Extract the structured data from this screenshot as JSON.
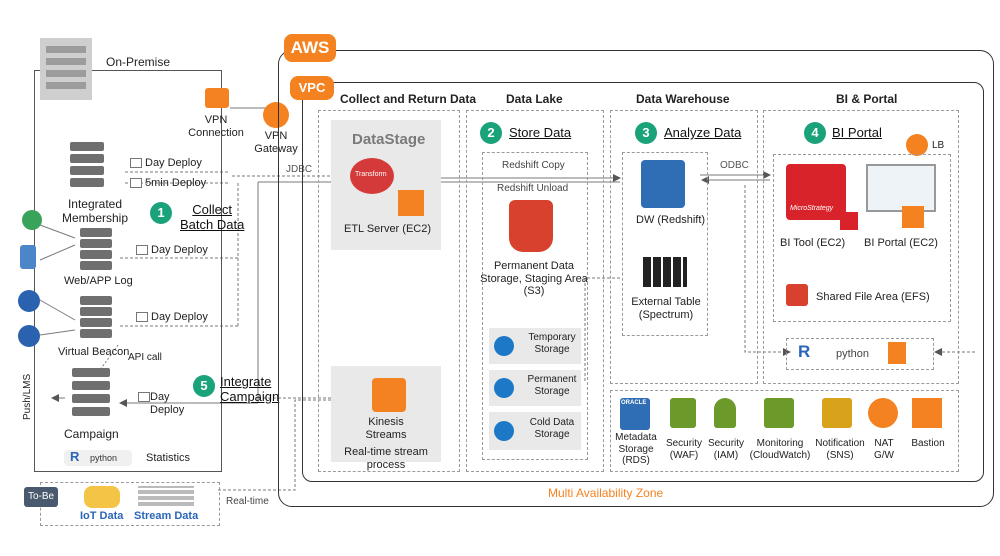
{
  "labels": {
    "on_premise": "On-Premise",
    "aws": "AWS",
    "vpc": "VPC",
    "vpn_connection": "VPN\nConnection",
    "vpn_gateway": "VPN\nGateway",
    "jdbc": "JDBC",
    "odbc": "ODBC",
    "lb": "LB",
    "api_call": "API call",
    "push_lms": "Push/LMS",
    "statistics": "Statistics",
    "python": "python",
    "to_be": "To-Be",
    "iot_data": "IoT Data",
    "stream_data": "Stream Data",
    "real_time": "Real-time",
    "multi_az": "Multi Availability Zone"
  },
  "onprem": {
    "integrated_membership": "Integrated\nMembership",
    "web_app_log": "Web/APP Log",
    "virtual_beacon": "Virtual Beacon",
    "campaign": "Campaign",
    "day_deploy_1": "Day Deploy",
    "min_deploy": "5min Deploy",
    "day_deploy_2": "Day Deploy",
    "day_deploy_3": "Day Deploy",
    "day_deploy_4": "Day\nDeploy"
  },
  "sections": {
    "collect": "Collect and Return Data",
    "lake": "Data Lake",
    "warehouse": "Data Warehouse",
    "bi": "BI & Portal"
  },
  "steps": {
    "s1": {
      "num": "1",
      "label": "Collect\nBatch Data"
    },
    "s2": {
      "num": "2",
      "label": "Store Data"
    },
    "s3": {
      "num": "3",
      "label": "Analyze Data"
    },
    "s4": {
      "num": "4",
      "label": "BI Portal"
    },
    "s5": {
      "num": "5",
      "label": "Integrate\nCampaign"
    }
  },
  "collect": {
    "datastage": "DataStage",
    "transform": "Transform",
    "etl_server": "ETL Server (EC2)",
    "kinesis": "Kinesis\nStreams",
    "realtime_process": "Real-time stream\nprocess"
  },
  "lake": {
    "redshift_copy": "Redshift Copy",
    "redshift_unload": "Redshift Unload",
    "permanent": "Permanent Data\nStorage, Staging Area\n(S3)",
    "temporary_storage": "Temporary\nStorage",
    "permanent_storage": "Permanent\nStorage",
    "cold_storage": "Cold Data\nStorage"
  },
  "warehouse": {
    "dw": "DW (Redshift)",
    "external": "External Table\n(Spectrum)"
  },
  "bi": {
    "bi_tool": "BI Tool (EC2)",
    "bi_portal": "BI Portal (EC2)",
    "microstrategy": "MicroStrategy",
    "efs": "Shared File Area (EFS)",
    "python": "python"
  },
  "services": [
    {
      "label": "Metadata\nStorage\n(RDS)",
      "color": "#2f6db5"
    },
    {
      "label": "Security\n(WAF)",
      "color": "#6b9a2a"
    },
    {
      "label": "Security\n(IAM)",
      "color": "#6b9a2a"
    },
    {
      "label": "Monitoring\n(CloudWatch)",
      "color": "#6b9a2a"
    },
    {
      "label": "Notification\n(SNS)",
      "color": "#d9a21b"
    },
    {
      "label": "NAT\nG/W",
      "color": "#f58220"
    },
    {
      "label": "Bastion",
      "color": "#f58220"
    }
  ],
  "oracle": "ORACLE",
  "colors": {
    "accent": "#f58220",
    "step": "#1aa37a",
    "aws_blue": "#1e78c8"
  }
}
